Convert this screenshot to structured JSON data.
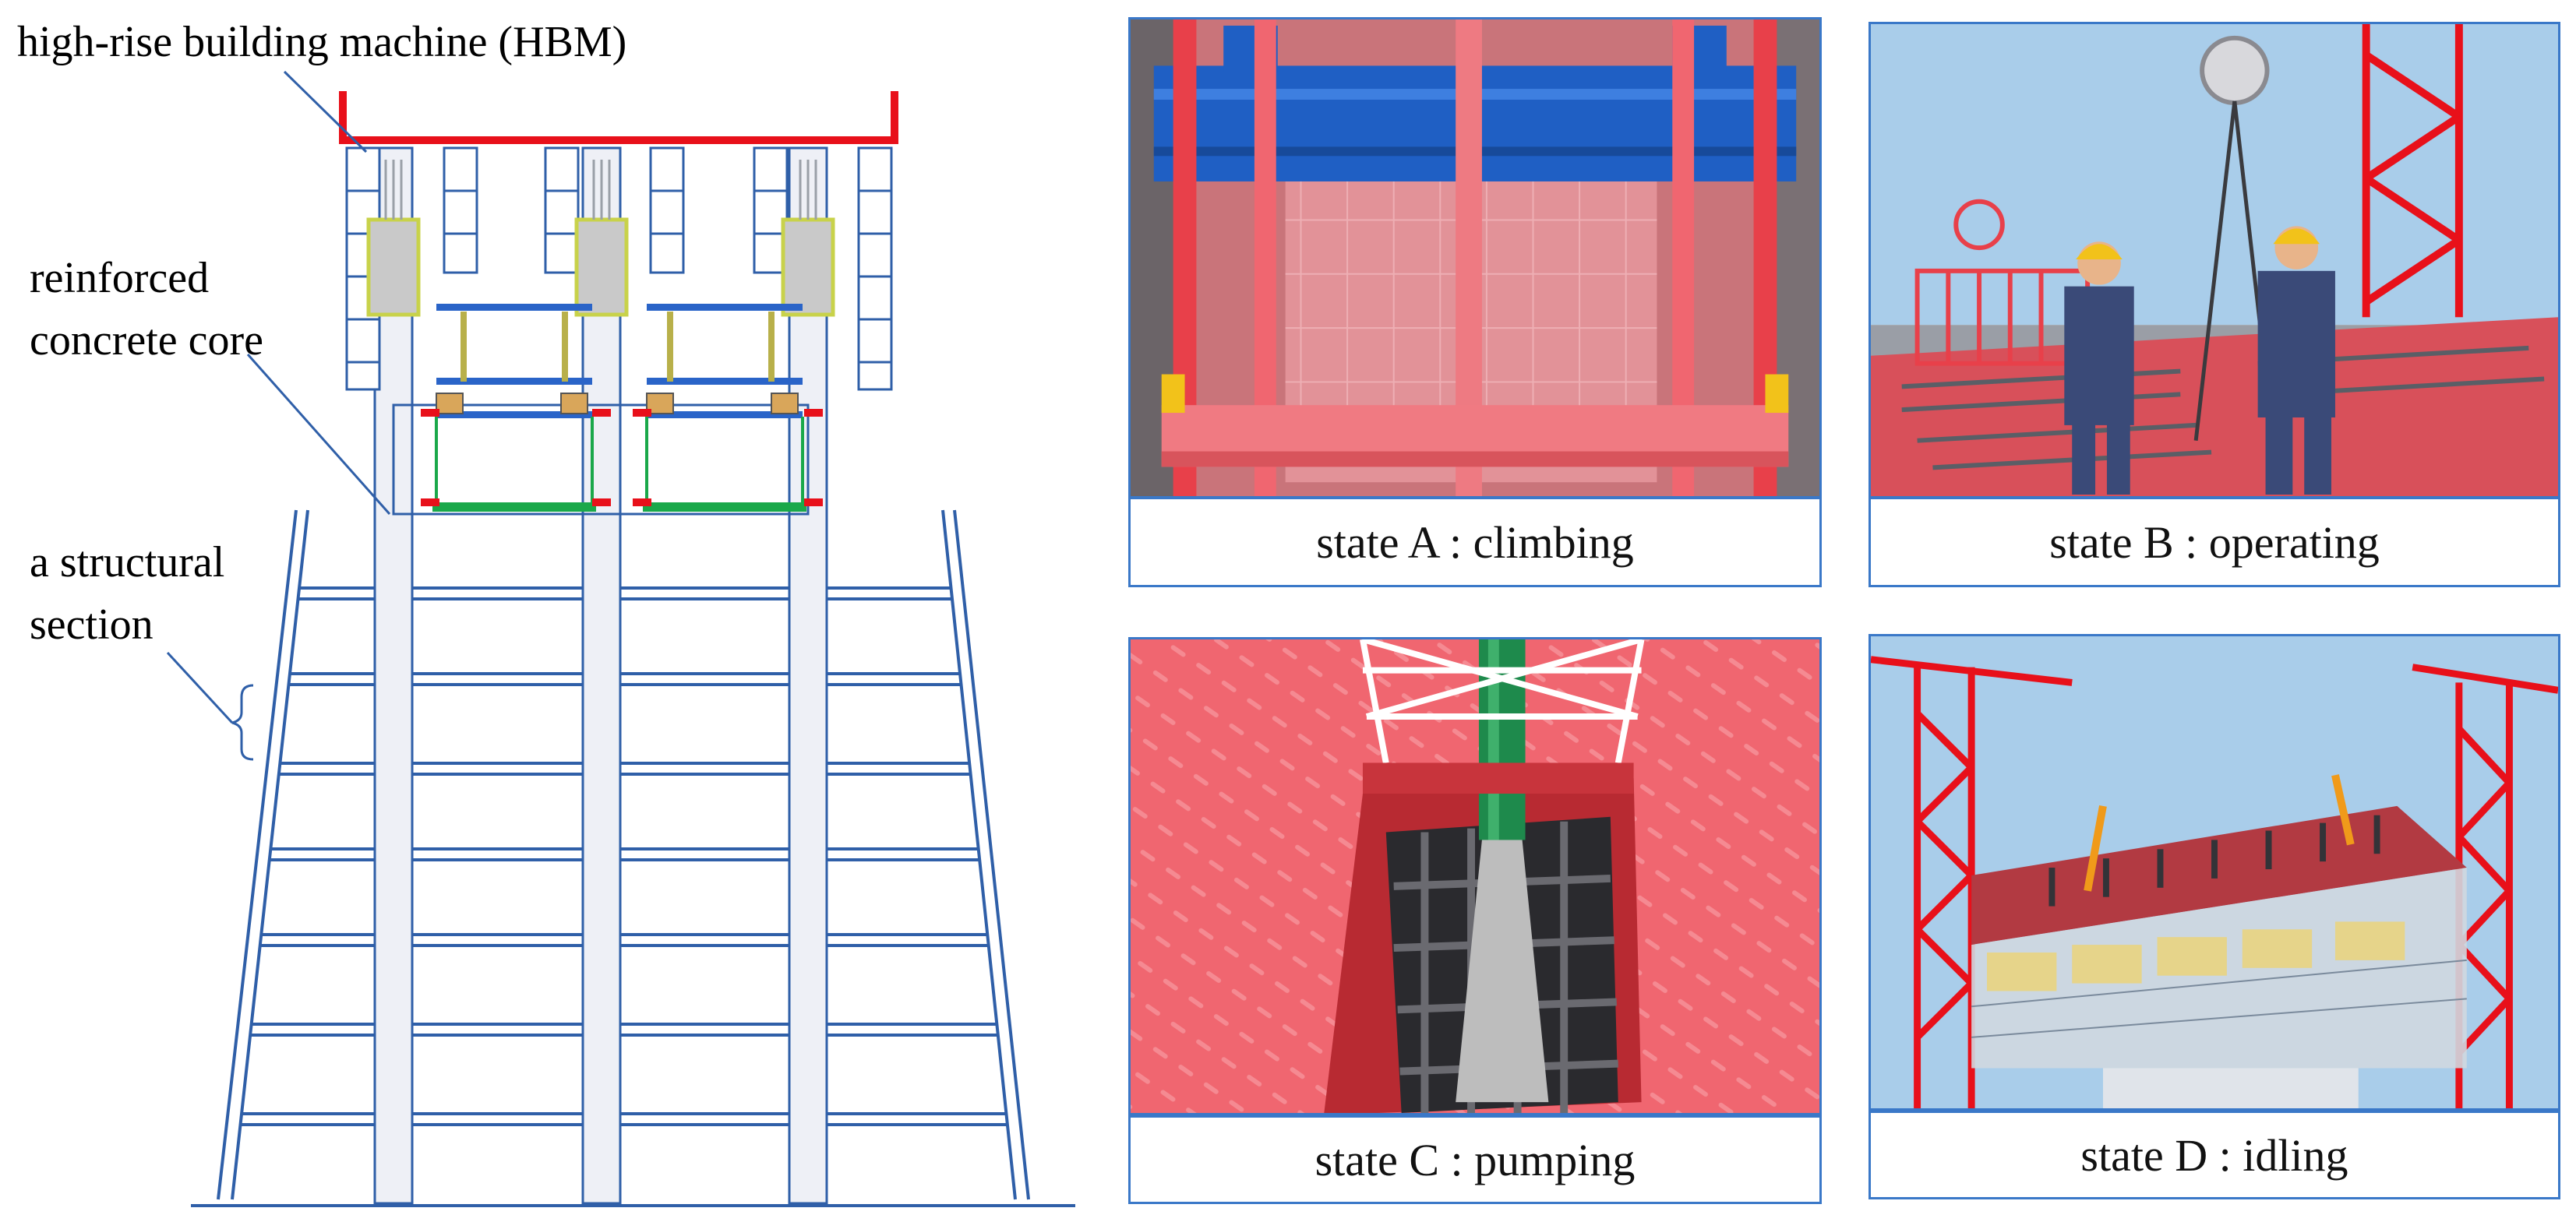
{
  "diagram": {
    "labels": {
      "hbm": "high-rise building machine (HBM)",
      "core_line1": "reinforced",
      "core_line2": "concrete core",
      "section_line1": "a structural",
      "section_line2": "section"
    },
    "colors": {
      "outline": "#2f5fa8",
      "hbm_frame": "#e8101a",
      "platform": "#1aa84a",
      "beam": "#2a64c8",
      "core_fill": "#eef0f6",
      "column_fill": "#c9c9c9",
      "column_edge": "#c8d24a"
    }
  },
  "panels": [
    {
      "id": "A",
      "caption": "state A : climbing",
      "scene_icon": "climbing-scene-icon"
    },
    {
      "id": "B",
      "caption": "state B : operating",
      "scene_icon": "operating-scene-icon"
    },
    {
      "id": "C",
      "caption": "state C : pumping",
      "scene_icon": "pumping-scene-icon"
    },
    {
      "id": "D",
      "caption": "state D : idling",
      "scene_icon": "idling-scene-icon"
    }
  ],
  "panel_colors": {
    "border": "#3a78c8",
    "red": "#e8404a",
    "pink": "#f38a92",
    "blue": "#1f5fc4",
    "sky": "#a9cdea",
    "green": "#1e8a4c",
    "yellow": "#f2c21a",
    "worker": "#3a4a78",
    "dark": "#343434"
  }
}
